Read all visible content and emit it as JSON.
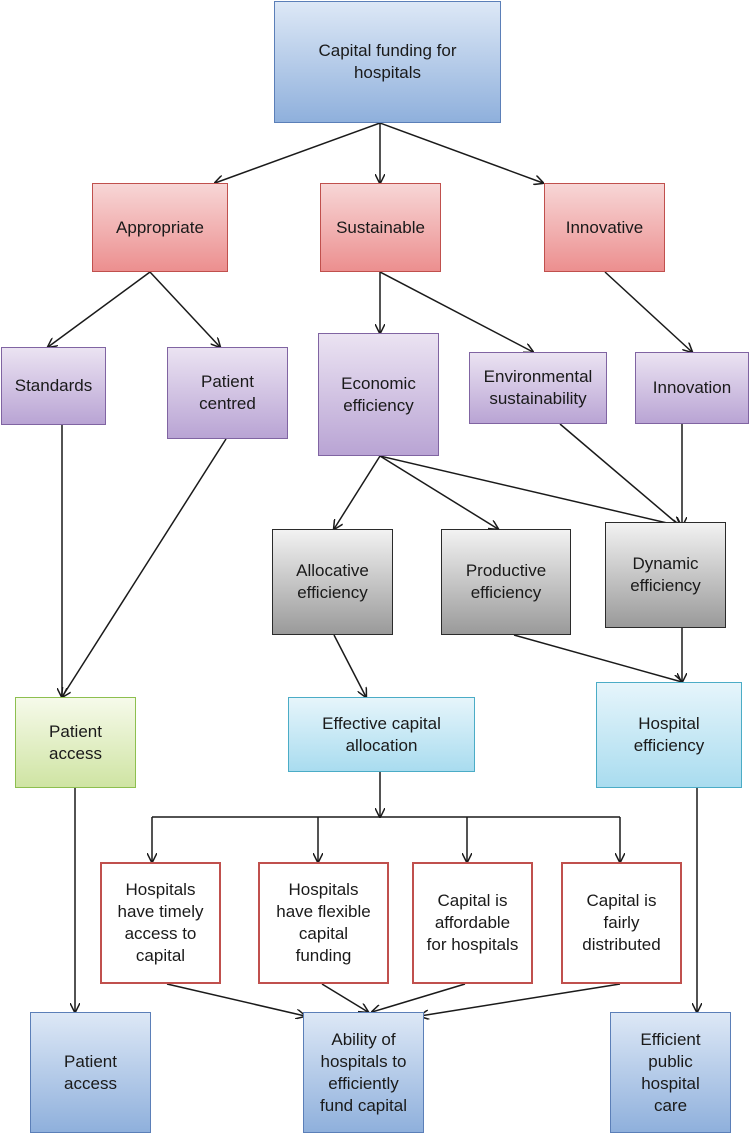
{
  "nodes": {
    "capital_funding": "Capital funding for\nhospitals",
    "appropriate": "Appropriate",
    "sustainable": "Sustainable",
    "innovative": "Innovative",
    "standards": "Standards",
    "patient_centred": "Patient\ncentred",
    "economic_efficiency": "Economic\nefficiency",
    "environmental_sustainability": "Environmental\nsustainability",
    "innovation": "Innovation",
    "allocative_efficiency": "Allocative\nefficiency",
    "productive_efficiency": "Productive\nefficiency",
    "dynamic_efficiency": "Dynamic\nefficiency",
    "patient_access_mid": "Patient\naccess",
    "effective_capital_allocation": "Effective capital\nallocation",
    "hospital_efficiency": "Hospital\nefficiency",
    "timely_access": "Hospitals\nhave timely\naccess to\ncapital",
    "flexible_funding": "Hospitals\nhave flexible\ncapital\nfunding",
    "affordable": "Capital is\naffordable\nfor hospitals",
    "fairly_distributed": "Capital is\nfairly\ndistributed",
    "patient_access_bottom": "Patient\naccess",
    "ability_to_fund": "Ability of\nhospitals to\nefficiently\nfund capital",
    "efficient_public_care": "Efficient\npublic\nhospital\ncare"
  },
  "colors": {
    "top_level": "#8fb0dc",
    "principles": "#ec8f8f",
    "criteria": "#b9a4d4",
    "efficiency_types": "#9a9a9a",
    "intermediate": "#a9dcef",
    "patient_access": "#cfe4a3",
    "conditions_border": "#c0504d",
    "arrow": "#1a1a1a"
  }
}
